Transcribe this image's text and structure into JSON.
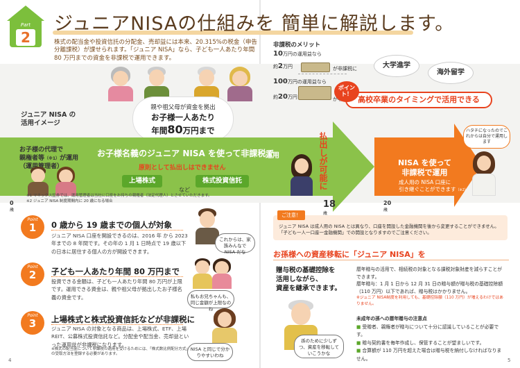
{
  "header": {
    "part_label": "Part",
    "part_number": "2",
    "title": "ジュニアNISAの仕組みを 簡単に解説します。"
  },
  "intro": "株式の配当金や投資信託の分配金、売却益には本来、20.315%の税金（申告分離課税）が課せられます。「ジュニア NISA」なら、子ども一人あたり年間 80 万円までの資金を非課税で運用できます。",
  "merit": {
    "title": "非課税のメリット",
    "line1_a": "10",
    "line1_b": "万円の運用益なら",
    "line1_c": "約",
    "line1_d": "2",
    "line1_e": "万円",
    "line1_f": "が非課税に",
    "line2_a": "100",
    "line2_b": "万円の運用益なら",
    "line2_c": "約",
    "line2_d": "20",
    "line2_e": "万円",
    "line2_f": "が非課税に"
  },
  "cloud": {
    "line1": "親や祖父母が資金を拠出",
    "line2": "お子様一人あたり",
    "line3_pre": "年間",
    "line3_num": "80",
    "line3_post": "万円まで"
  },
  "point_callout": {
    "badge": "ポイント！",
    "text": "高校卒業のタイミングで活用できる",
    "bubble1": "大学進学",
    "bubble2": "海外留学"
  },
  "diagram": {
    "left_title_1": "ジュニア NISA の",
    "left_title_2": "活用イメージ",
    "left_label_1": "お子様の代理で",
    "left_label_2": "親権者等",
    "left_label_note": "（※1）",
    "left_label_3": "が運用",
    "left_label_4": "（運用管理者）",
    "main_text": "お子様名義のジュニア NISA を使って非課税で",
    "unyou": "運用",
    "sub_text": "原則として払出しはできません",
    "pill1": "上場株式",
    "pill2": "株式投資信託",
    "nado": "など",
    "vertical_text": "払出しが可能に",
    "orange_main_1": "NISA を使って",
    "orange_main_2": "非課税で運用",
    "orange_sub_1": "成人用の NISA 口座に",
    "orange_sub_2": "引き継ぐことができます",
    "orange_sub_note": "（※2）",
    "teen_bubble": "ハタチになったのでこれからは自分で運用します",
    "axis0_num": "0",
    "axis0_unit": "歳",
    "axis18_num": "18",
    "axis18_unit": "歳",
    "axis20_num": "20",
    "axis20_unit": "歳",
    "note1": "※1 マネックス証券では、運用管理者は当社に口座をお持ちの親権者（法定代理人）とさせていただきます。",
    "note2": "※2 ジュニア NISA 制度期間内に 20 歳になる場合"
  },
  "caution": {
    "tag": "ご注意！",
    "text": "ジュニア NISA は成人用の NISA とは異なり、口座を開設した金融機関を後から変更することができません。「子ども一人一口座一金融機関」での開設となりますのでご注意ください。"
  },
  "points": [
    {
      "word": "Point",
      "num": "1",
      "title": "0 歳から 19 歳までの個人が対象",
      "body": "ジュニア NISA 口座を開設できるのは、2016 年 から 2023 年までの 8 年間です。その年の 1 月 1 日時点で 19 歳以下の日本に居住する個人の方が開設できます。",
      "bubble": "これからは、家族みんなで NISA だな"
    },
    {
      "word": "Point",
      "num": "2",
      "title": "子ども一人あたり年間 80 万円まで",
      "body": "投資できる金額は、子ども一人あたり年間 80 万円が上限です。運用できる資金は、親や祖父母が拠出したお子様名義の資金です。",
      "bubble": "私もお兄ちゃんも、同じ金額が上限なのね"
    },
    {
      "word": "Point",
      "num": "3",
      "title": "上場株式と株式投資信託などが非課税に",
      "body": "ジュニア NISA の対象となる商品は、上場株式、ETF、上場 REIT、公募株式投資信託など。分配金や配当金、売却益といった運用益が非課税になります。",
      "footnote": "※株式の配当金について非課税の適用を受けるためには、「株式数比例配分方式」の受取方法を登録する必要があります。",
      "bubble": "NISA と同じで分かりやすいわね"
    }
  ],
  "right_section": {
    "heading": "お孫様への資産移転に「ジュニア NISA」を",
    "left_1": "贈与税の基礎控除を",
    "left_2": "活用しながら、",
    "left_3": "資産を継承できます。",
    "right_p1": "暦年贈与の活用で、相続税の対象となる課税対象財産を減らすことができます。",
    "right_p2": "暦年贈与：1 月 1 日から 12 月 31 日の贈与額が贈与税の基礎控除額（110 万円）以下であれば、贈与税はかかりません。",
    "right_note": "※ジュニア NISA制度を利用しても、基礎控除額（110 万円）が増えるわけではありません。",
    "list_head": "未成年の孫への暦年贈与の注意点",
    "list": [
      "受贈者、親権者が贈与について十分に認識していることが必要です。",
      "贈与契約書を毎年作成し、保管することが望ましいです。",
      "合算額が 110 万円を超えた場合は贈与税を納付しなければなりません。"
    ],
    "grandpa_bubble": "孫のために少しずつ、資産を移転していこうかな"
  },
  "page_numbers": {
    "left": "4",
    "right": "5"
  },
  "colors": {
    "green": "#8bc24a",
    "dark_green": "#5ba72a",
    "orange": "#f27a1f",
    "red": "#e8431e",
    "title_brown": "#5a3b1e"
  }
}
